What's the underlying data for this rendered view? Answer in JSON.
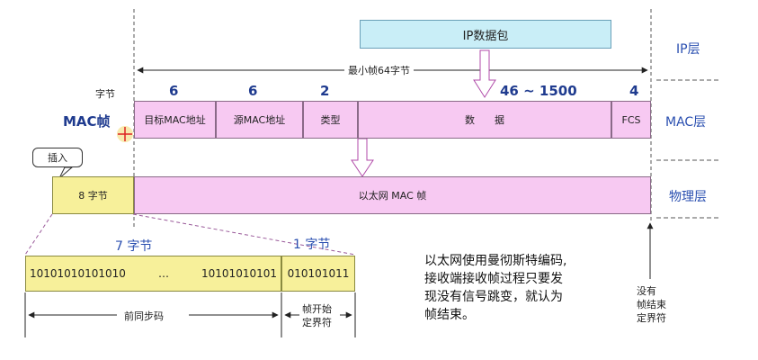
{
  "ip_packet": "IP数据包",
  "min_frame": "最小帧64字节",
  "bytes_label": "字节",
  "mac_frame_label": "MAC帧",
  "sizes": {
    "dest": "6",
    "src": "6",
    "type": "2",
    "data": "46 ~ 1500",
    "fcs": "4"
  },
  "fields": {
    "dest": "目标MAC地址",
    "src": "源MAC地址",
    "type": "类型",
    "data": "数　　据",
    "fcs": "FCS"
  },
  "layers": {
    "ip": "IP层",
    "mac": "MAC层",
    "phy": "物理层"
  },
  "insert": "插入",
  "eight_bytes": "8 字节",
  "ethernet_frame": "以太网 MAC 帧",
  "seven_bytes": "7 字节",
  "one_byte": "1 字节",
  "preamble_bits_a": "10101010101010",
  "ellipsis": "…",
  "preamble_bits_b": "10101010101",
  "sfd_bits": "010101011",
  "preamble_label": "前同步码",
  "sfd_label_1": "帧开始",
  "sfd_label_2": "定界符",
  "explanation": [
    "以太网使用曼彻斯特编码,",
    "接收端接收帧过程只要发",
    "现没有信号跳变，就认为",
    "帧结束。"
  ],
  "frame_end": [
    "没有",
    "帧结束",
    "定界符"
  ],
  "colors": {
    "pink": "#f7c9f2",
    "yellow": "#f7f09a",
    "ip": "#c9eef7",
    "accent": "#2a4fb0"
  }
}
